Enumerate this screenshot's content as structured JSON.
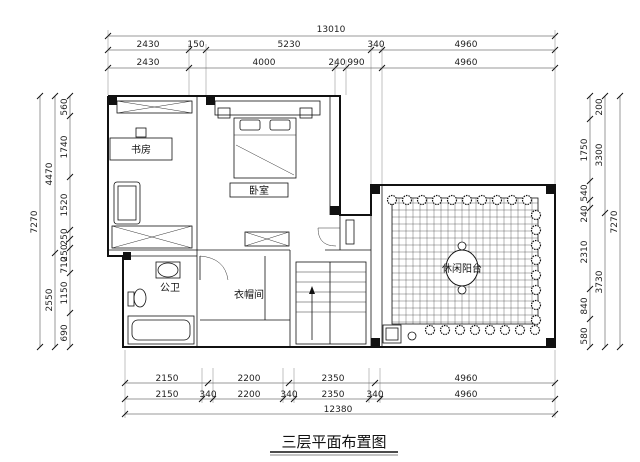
{
  "title": "三层平面布置图",
  "rooms": {
    "study": "书房",
    "bedroom": "卧室",
    "wardrobe": "衣帽间",
    "bathroom": "公卫",
    "terrace": "休闲阳台"
  },
  "dims": {
    "top_total": "13010",
    "top_row1": [
      "2430",
      "150",
      "5230",
      "340",
      "4960"
    ],
    "top_row2": [
      "2430",
      "4000",
      "240",
      "990",
      "4960"
    ],
    "bottom_row1": [
      "2150",
      "2200",
      "2350",
      "4960"
    ],
    "bottom_row2": [
      "2150",
      "340",
      "2200",
      "340",
      "2350",
      "340",
      "4960"
    ],
    "bottom_total": "12380",
    "left_total": "7270",
    "left_mid": [
      "4470",
      "2550"
    ],
    "left_inner": [
      "560",
      "1740",
      "1520",
      "250",
      "250",
      "710",
      "1150",
      "690"
    ],
    "right_total": "7270",
    "right_mid": [
      "3300",
      "3730"
    ],
    "right_inner": [
      "200",
      "1750",
      "540",
      "240",
      "2310",
      "840",
      "580"
    ]
  }
}
